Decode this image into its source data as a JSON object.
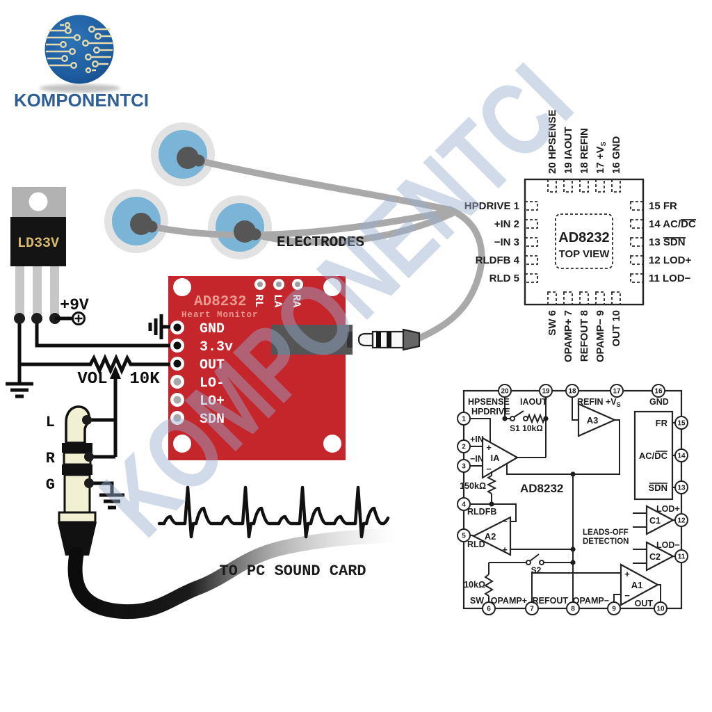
{
  "logo": {
    "brand": "KOMPONENTCI"
  },
  "watermark": {
    "text": "KOMPONENTCI"
  },
  "power": {
    "regulator": "LD33V",
    "supply": "+9V"
  },
  "volume": {
    "label": "VOL",
    "value": "10K"
  },
  "plug": {
    "tip": "L",
    "ring": "R",
    "sleeve": "G"
  },
  "captions": {
    "electrodes": "ELECTRODES",
    "soundcard": "TO PC SOUND CARD"
  },
  "board": {
    "title": "AD8232",
    "subtitle": "Heart Monitor",
    "pins": [
      "GND",
      "3.3v",
      "OUT",
      "LO-",
      "LO+",
      "SDN"
    ],
    "pads": [
      "RL",
      "LA",
      "RA"
    ]
  },
  "pinout": {
    "chip": "AD8232",
    "view": "TOP VIEW",
    "top": [
      "20 HPSENSE",
      "19 IAOUT",
      "18 REFIN",
      "17 +V",
      "16 GND"
    ],
    "vs_sub": "S",
    "left": [
      "HPDRIVE 1",
      "+IN 2",
      "−IN 3",
      "RLDFB 4",
      "RLD 5"
    ],
    "right": [
      "15 FR",
      "14 AC/DC",
      "13 SDN",
      "12 LOD+",
      "11 LOD−"
    ],
    "bottom": [
      "SW 6",
      "OPAMP+ 7",
      "REFOUT 8",
      "OPAMP− 9",
      "OUT 10"
    ]
  },
  "block": {
    "chip": "AD8232",
    "top_nums": [
      "20",
      "19",
      "18",
      "17",
      "16"
    ],
    "left_nums": [
      "1",
      "2",
      "3",
      "4",
      "5"
    ],
    "right_nums": [
      "15",
      "14",
      "13",
      "12",
      "11"
    ],
    "bottom_nums": [
      "6",
      "7",
      "8",
      "9",
      "10"
    ],
    "top_names": [
      "HPSENSE",
      "IAOUT",
      "REFIN",
      "+V",
      "GND"
    ],
    "vs_sub": "S",
    "hpdrive": "HPDRIVE",
    "in_plus": "+IN",
    "in_minus": "−IN",
    "ia": "IA",
    "a1": "A1",
    "a2": "A2",
    "a3": "A3",
    "c1": "C1",
    "c2": "C2",
    "s1": "S1 10kΩ",
    "s2": "S2",
    "r150": "150kΩ",
    "r10": "10kΩ",
    "rldfb": "RLDFB",
    "rld": "RLD",
    "sw": "SW",
    "opamp_p": "OPAMP+",
    "refout": "REFOUT",
    "opamp_m": "OPAMP−",
    "out": "OUT",
    "lod_p": "LOD+",
    "lod_m": "LOD−",
    "leads1": "LEADS-OFF",
    "leads2": "DETECTION",
    "fr": "FR",
    "acdc": "AC/DC",
    "sdn": "SDN",
    "plus": "+",
    "minus": "−"
  },
  "colors": {
    "board_red": "#c4262c",
    "electrode_blue": "#7ab5d8",
    "logo_blue": "#1d5c9f",
    "trace_gold": "#e6dcae",
    "watermark_blue": "rgba(154,172,204,0.45)"
  }
}
